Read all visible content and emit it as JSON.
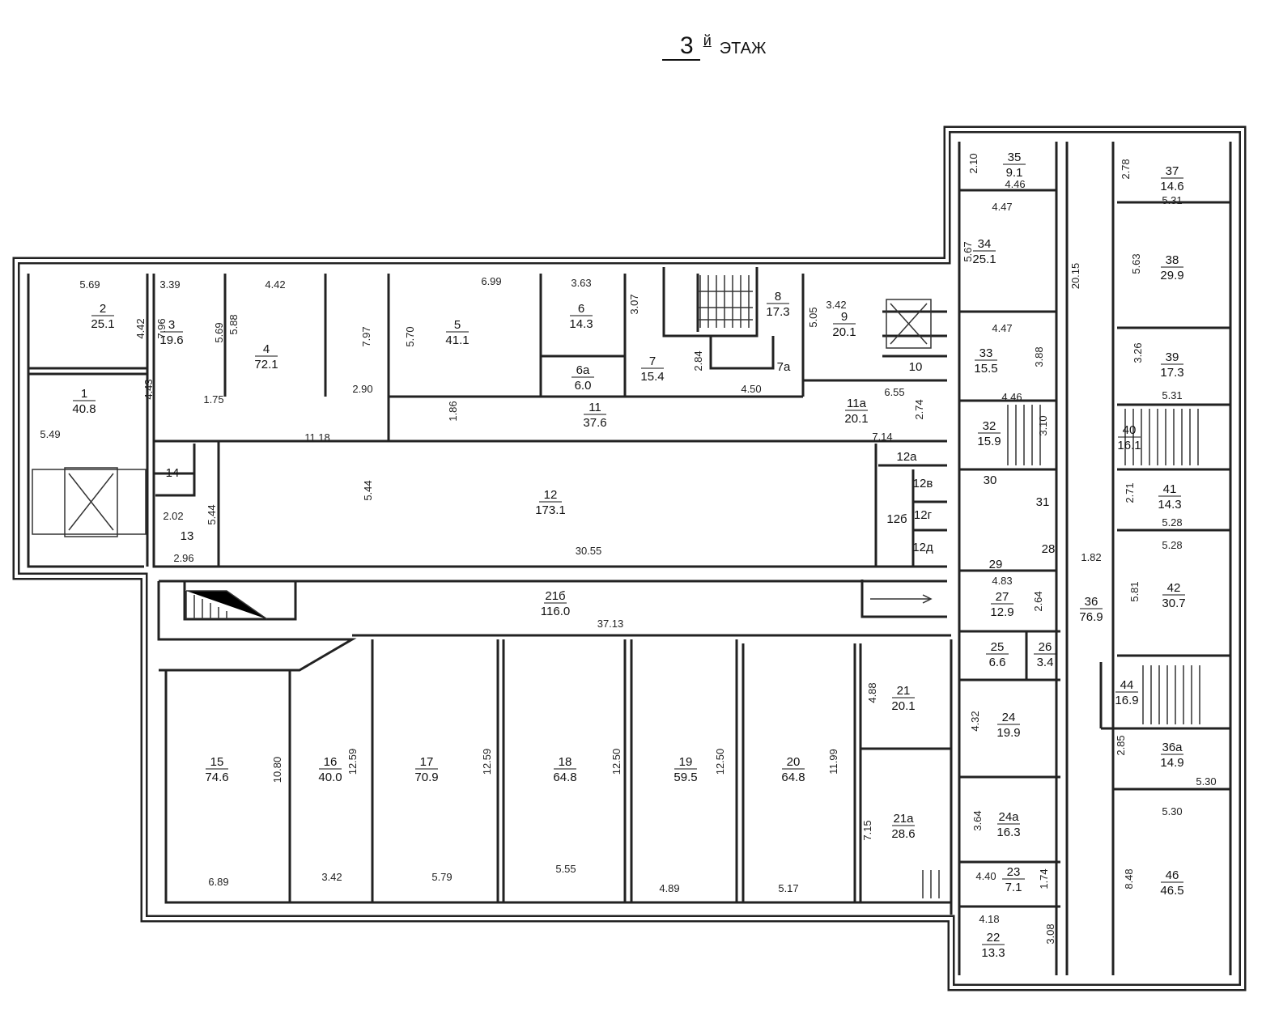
{
  "title": {
    "number": "3",
    "suffix": "й",
    "label": "ЭТАЖ"
  },
  "rooms": [
    {
      "number": "2",
      "area": "25.1"
    },
    {
      "number": "1",
      "area": "40.8"
    },
    {
      "number": "3",
      "area": "19.6"
    },
    {
      "number": "4",
      "area": "72.1"
    },
    {
      "number": "5",
      "area": "41.1"
    },
    {
      "number": "6",
      "area": "14.3"
    },
    {
      "number": "6а",
      "area": "6.0"
    },
    {
      "number": "7",
      "area": "15.4"
    },
    {
      "number": "7а",
      "area": ""
    },
    {
      "number": "8",
      "area": "17.3"
    },
    {
      "number": "9",
      "area": "20.1"
    },
    {
      "number": "10",
      "area": ""
    },
    {
      "number": "11",
      "area": "37.6"
    },
    {
      "number": "11а",
      "area": "20.1"
    },
    {
      "number": "12",
      "area": "173.1"
    },
    {
      "number": "12а",
      "area": ""
    },
    {
      "number": "12в",
      "area": ""
    },
    {
      "number": "12б",
      "area": ""
    },
    {
      "number": "12г",
      "area": ""
    },
    {
      "number": "12д",
      "area": ""
    },
    {
      "number": "13",
      "area": ""
    },
    {
      "number": "14",
      "area": ""
    },
    {
      "number": "15",
      "area": "74.6"
    },
    {
      "number": "16",
      "area": "40.0"
    },
    {
      "number": "17",
      "area": "70.9"
    },
    {
      "number": "18",
      "area": "64.8"
    },
    {
      "number": "19",
      "area": "59.5"
    },
    {
      "number": "20",
      "area": "64.8"
    },
    {
      "number": "21",
      "area": "20.1"
    },
    {
      "number": "21а",
      "area": "28.6"
    },
    {
      "number": "21б",
      "area": "116.0"
    },
    {
      "number": "22",
      "area": "13.3"
    },
    {
      "number": "23",
      "area": "7.1"
    },
    {
      "number": "24",
      "area": "19.9"
    },
    {
      "number": "24а",
      "area": "16.3"
    },
    {
      "number": "25",
      "area": "6.6"
    },
    {
      "number": "26",
      "area": "3.4"
    },
    {
      "number": "27",
      "area": "12.9"
    },
    {
      "number": "28",
      "area": ""
    },
    {
      "number": "29",
      "area": ""
    },
    {
      "number": "30",
      "area": ""
    },
    {
      "number": "31",
      "area": ""
    },
    {
      "number": "32",
      "area": "15.9"
    },
    {
      "number": "33",
      "area": "15.5"
    },
    {
      "number": "34",
      "area": "25.1"
    },
    {
      "number": "35",
      "area": "9.1"
    },
    {
      "number": "36",
      "area": "76.9"
    },
    {
      "number": "36а",
      "area": "14.9"
    },
    {
      "number": "37",
      "area": "14.6"
    },
    {
      "number": "38",
      "area": "29.9"
    },
    {
      "number": "39",
      "area": "17.3"
    },
    {
      "number": "40",
      "area": "16.1"
    },
    {
      "number": "41",
      "area": "14.3"
    },
    {
      "number": "42",
      "area": "30.7"
    },
    {
      "number": "44",
      "area": "16.9"
    },
    {
      "number": "46",
      "area": "46.5"
    }
  ],
  "dimensions": [
    "5.69",
    "3.39",
    "4.42",
    "6.99",
    "3.63",
    "3.07",
    "4.42",
    "7.96",
    "5.69",
    "5.88",
    "7.97",
    "5.70",
    "5.05",
    "3.42",
    "4.43",
    "5.49",
    "1.75",
    "2.90",
    "11.18",
    "1.86",
    "2.84",
    "4.50",
    "6.55",
    "2.74",
    "7.14",
    "5.44",
    "5.44",
    "2.02",
    "2.96",
    "30.55",
    "37.13",
    "10.80",
    "12.59",
    "12.59",
    "12.50",
    "12.50",
    "11.99",
    "4.88",
    "7.15",
    "6.89",
    "3.42",
    "5.79",
    "5.55",
    "4.89",
    "5.17",
    "2.10",
    "4.46",
    "4.47",
    "5.67",
    "4.47",
    "3.88",
    "4.46",
    "3.10",
    "20.15",
    "1.82",
    "4.83",
    "2.64",
    "4.32",
    "3.64",
    "4.40",
    "1.74",
    "4.18",
    "3.08",
    "2.78",
    "5.31",
    "5.63",
    "3.26",
    "5.31",
    "2.71",
    "5.28",
    "5.28",
    "5.81",
    "2.85",
    "5.30",
    "5.30",
    "8.48"
  ]
}
